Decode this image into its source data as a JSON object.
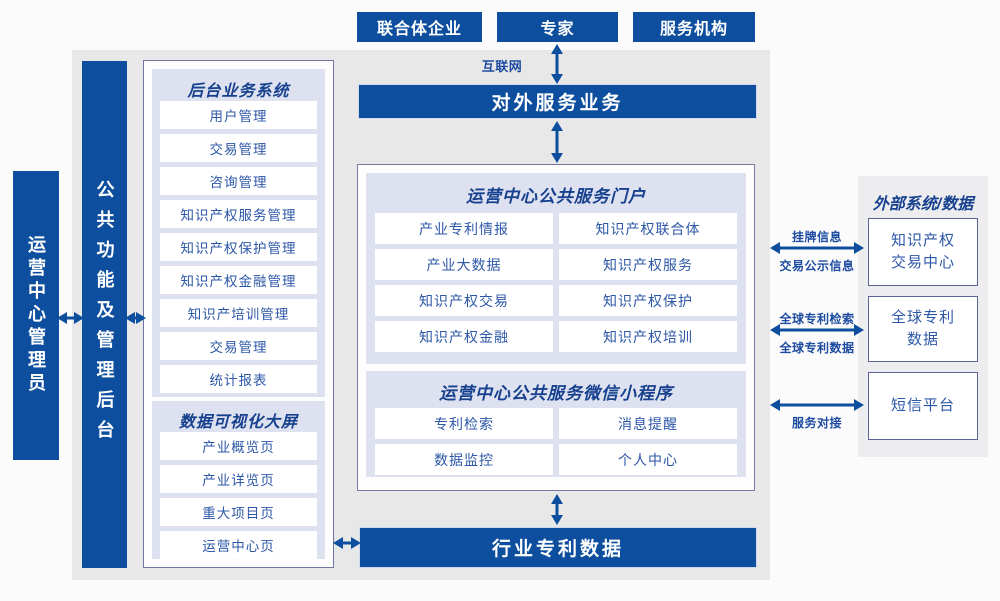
{
  "top_boxes": {
    "consortium": "联合体企业",
    "expert": "专家",
    "agency": "服务机构"
  },
  "labels": {
    "internet": "互联网"
  },
  "bars": {
    "external_service": "对外服务业务",
    "industry_patent_data": "行业专利数据"
  },
  "side_bars": {
    "admin": "运营中心管理员",
    "public_admin": "公共功能及管理后台"
  },
  "left_panel": {
    "backend": {
      "title": "后台业务系统",
      "items": [
        "用户管理",
        "交易管理",
        "咨询管理",
        "知识产权服务管理",
        "知识产权保护管理",
        "知识产权金融管理",
        "知识产培训管理",
        "交易管理",
        "统计报表"
      ]
    },
    "dashboard": {
      "title": "数据可视化大屏",
      "items": [
        "产业概览页",
        "产业详览页",
        "重大项目页",
        "运营中心页"
      ]
    }
  },
  "center": {
    "portal": {
      "title": "运营中心公共服务门户",
      "items": [
        "产业专利情报",
        "知识产权联合体",
        "产业大数据",
        "知识产权服务",
        "知识产权交易",
        "知识产权保护",
        "知识产权金融",
        "知识产权培训"
      ]
    },
    "miniprogram": {
      "title": "运营中心公共服务微信小程序",
      "items": [
        "专利检索",
        "消息提醒",
        "数据监控",
        "个人中心"
      ]
    }
  },
  "right_panel": {
    "title": "外部系统/数据",
    "boxes": [
      "知识产权\n交易中心",
      "全球专利\n数据",
      "短信平台"
    ]
  },
  "connections": {
    "listing_info": "挂牌信息",
    "trade_publicity_info": "交易公示信息",
    "global_patent_search": "全球专利检索",
    "global_patent_data": "全球专利数据",
    "service_docking": "服务对接"
  },
  "colors": {
    "accent_blue": "#0d4e9e",
    "panel_lavender": "#dee2f0",
    "border_slate": "#757ba3",
    "title_navy": "#17418e",
    "item_text_blue": "#2d57a7",
    "main_area_gray": "#e8e8e9"
  }
}
